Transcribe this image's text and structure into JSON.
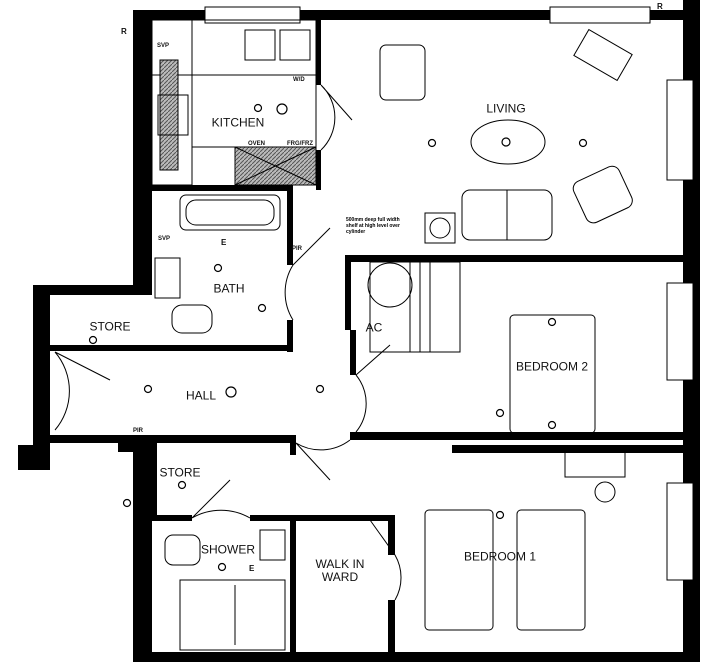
{
  "rooms": {
    "kitchen": "KITCHEN",
    "living": "LIVING",
    "bath": "BATH",
    "store_left": "STORE",
    "ac": "AC",
    "hall": "HALL",
    "bedroom2": "BEDROOM 2",
    "store_lower": "STORE",
    "shower": "SHOWER",
    "walk_in_ward": "WALK IN WARD",
    "bedroom1": "BEDROOM 1"
  },
  "annotations": {
    "svp_kitchen": "SVP",
    "wd": "W/D",
    "oven": "OVEN",
    "frg_frz": "FRG/FRZ",
    "svp_bath": "SVP",
    "pir_bath": "PIR",
    "pir_hall": "PIR",
    "e_bath": "E",
    "e_shower": "E",
    "r_top_left": "R",
    "r_top_right": "R",
    "shelf_note": "500mm deep full width shelf at high level over cylinder"
  },
  "colors": {
    "wall": "#000000",
    "hatch": "#555555",
    "background": "#ffffff"
  }
}
